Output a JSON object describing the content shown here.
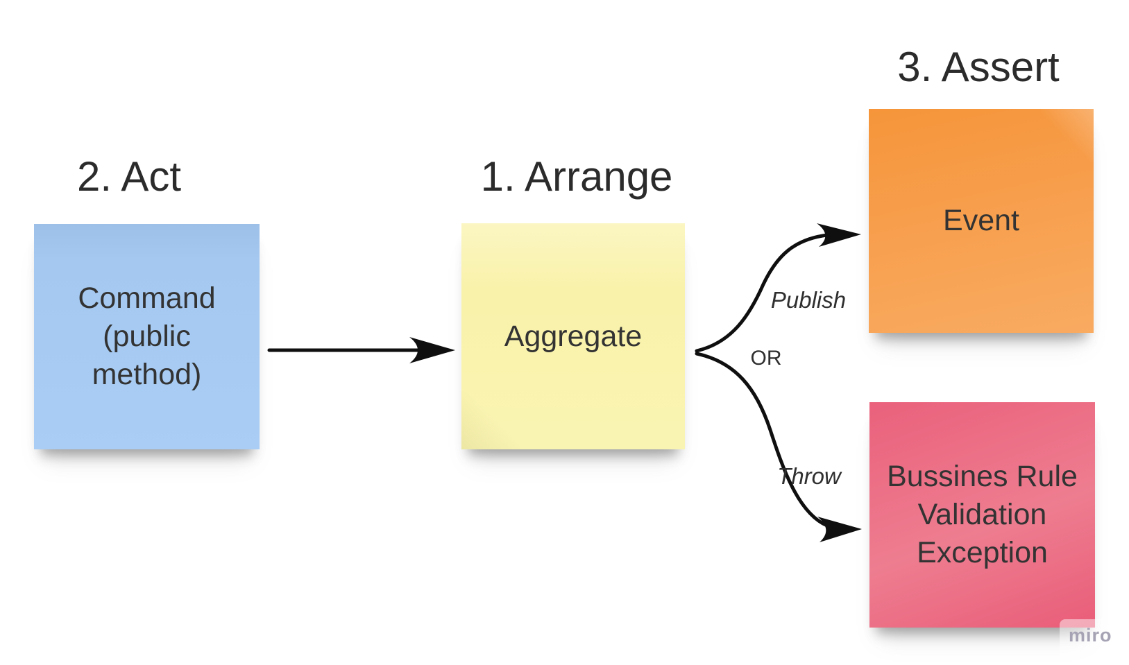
{
  "board": {
    "background_color": "#ffffff",
    "ink_color": "#0f0f0f",
    "text_color": "#333333"
  },
  "titles": {
    "act": "2. Act",
    "arrange": "1. Arrange",
    "assert": "3. Assert"
  },
  "notes": {
    "command": {
      "text": "Command\n(public\nmethod)",
      "color": "#a4c8f0"
    },
    "aggregate": {
      "text": "Aggregate",
      "color": "#f9f2aa"
    },
    "event": {
      "text": "Event",
      "color": "#f79f4e"
    },
    "exception": {
      "text": "Bussines Rule\nValidation\nException",
      "color": "#ea617c"
    }
  },
  "connector_labels": {
    "publish": "Publish",
    "or": "OR",
    "throw": "Throw"
  },
  "watermark": {
    "text": "miro",
    "color": "#a5a3b4"
  }
}
